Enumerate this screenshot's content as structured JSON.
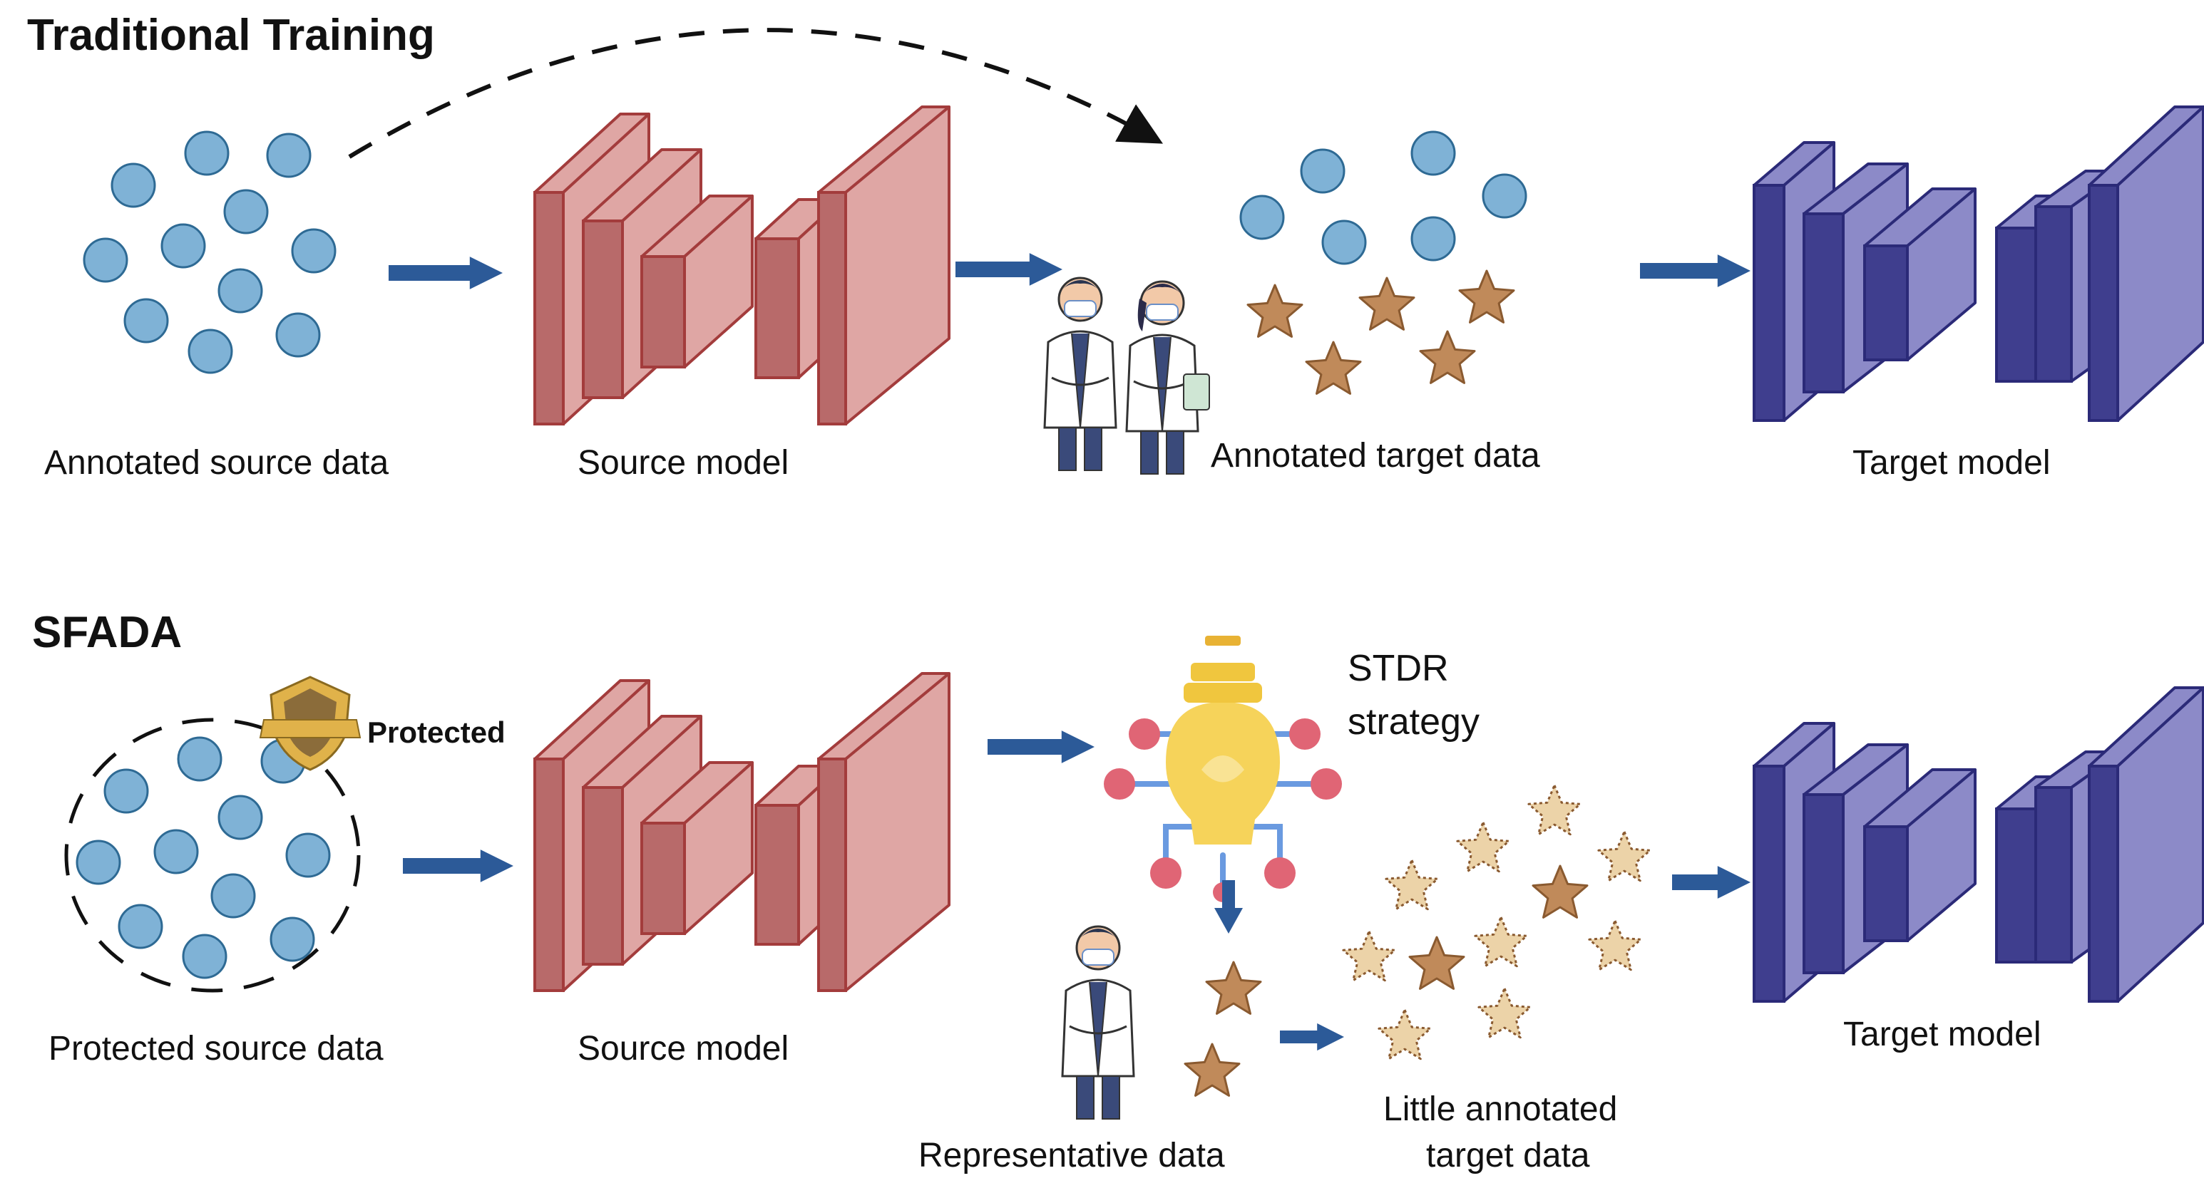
{
  "traditional": {
    "title": "Traditional Training",
    "annotated_source_label": "Annotated source data",
    "source_model_label": "Source model",
    "annotated_target_label": "Annotated target data",
    "target_model_label": "Target model"
  },
  "sfada": {
    "title": "SFADA",
    "protected_badge": "Protected",
    "protected_source_label": "Protected source data",
    "source_model_label": "Source model",
    "strategy_line1": "STDR",
    "strategy_line2": "strategy",
    "representative_label": "Representative data",
    "little_annotated_line1": "Little annotated",
    "little_annotated_line2": "target data",
    "target_model_label": "Target model"
  },
  "colors": {
    "source_circle_fill": "#7fb2d6",
    "source_circle_stroke": "#2e6a94",
    "source_model_front": "#dfa6a4",
    "source_model_side": "#b86a6a",
    "source_model_stroke": "#a33c3c",
    "target_model_front": "#8c8ac8",
    "target_model_side": "#3f3e8e",
    "target_model_stroke": "#2b2a78",
    "arrow": "#2c5a98",
    "star_fill": "#c08a5a",
    "star_light_fill": "#ecd3a8",
    "star_stroke": "#8a5a30",
    "bulb": "#f6d35a",
    "bulb_node": "#e06575",
    "bulb_wire": "#6a9ae0",
    "shield": "#8b6c3a",
    "shield_gold": "#e0b24a"
  },
  "icons": [
    "doctor-icon",
    "lightbulb-icon",
    "shield-icon"
  ]
}
